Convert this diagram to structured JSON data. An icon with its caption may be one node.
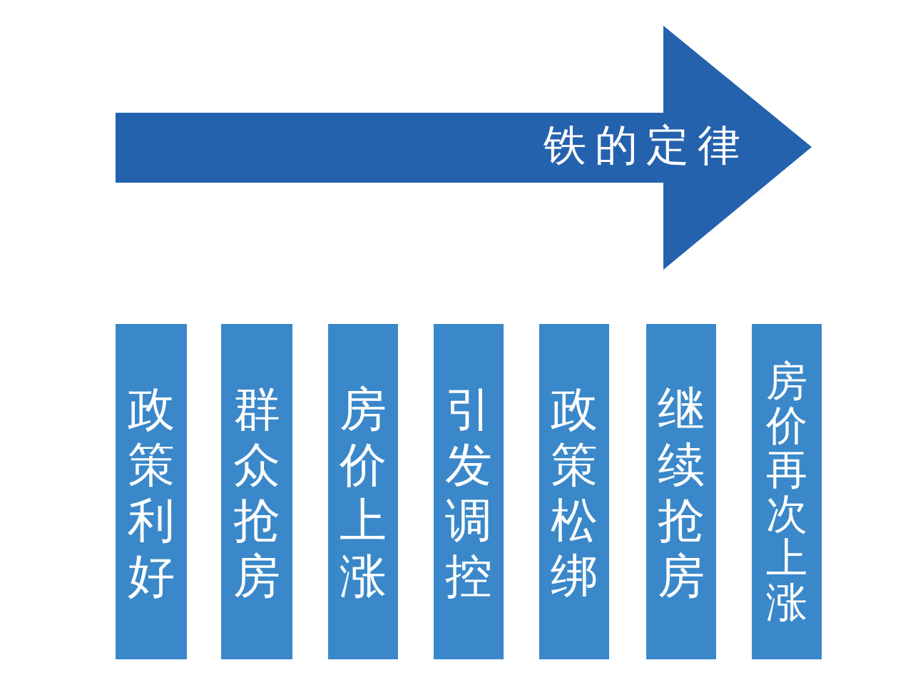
{
  "diagram": {
    "nodes": [
      {
        "text": [
          "铁的定律"
        ]
      },
      {
        "text": [
          "政策利好"
        ]
      },
      {
        "text": [
          "群众抢房"
        ]
      },
      {
        "text": [
          "房价上涨"
        ]
      },
      {
        "text": [
          "引发调控"
        ]
      },
      {
        "text": [
          "政策松绑"
        ]
      },
      {
        "text": [
          "继续抢房"
        ]
      },
      {
        "text": [
          "房价再次上涨"
        ]
      }
    ]
  }
}
